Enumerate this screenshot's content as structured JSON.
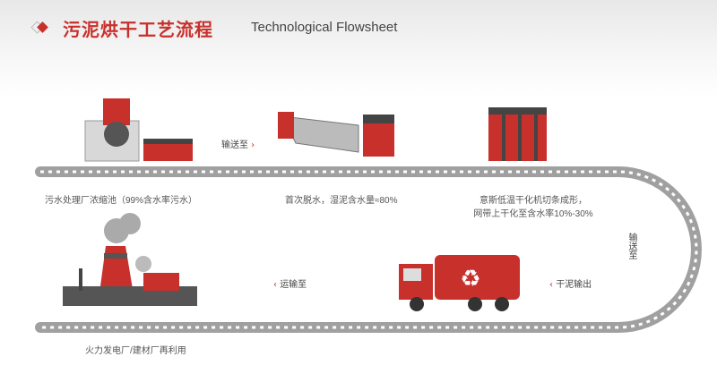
{
  "header": {
    "title_cn": "污泥烘干工艺流程",
    "title_en": "Technological Flowsheet"
  },
  "steps": [
    {
      "caption": "污水处理厂浓缩池（99%含水率污水）"
    },
    {
      "caption": "首次脱水，湿泥含水量≈80%"
    },
    {
      "caption_line1": "意斯低温干化机切条成形，",
      "caption_line2": "网带上干化至含水率10%-30%"
    },
    {
      "caption": "干泥输出"
    },
    {
      "caption": "火力发电厂/建材厂再利用"
    }
  ],
  "arrows": {
    "a1": "输送至",
    "a2": "输送至",
    "a3": "干泥输出",
    "a4": "运输至"
  },
  "colors": {
    "accent": "#c8302c",
    "gray": "#9a9a9a"
  }
}
